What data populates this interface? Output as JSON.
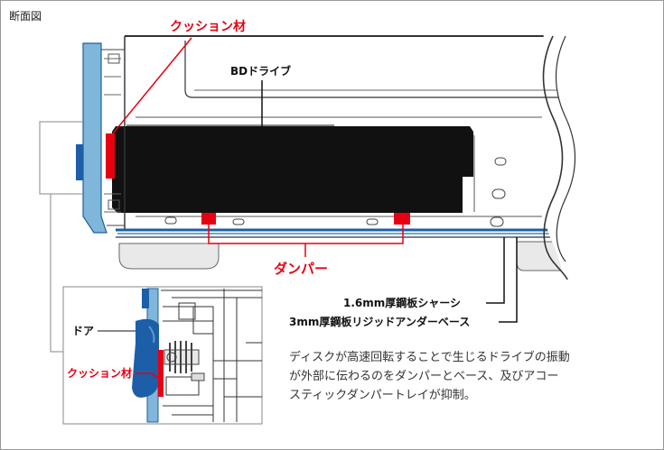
{
  "section_title": "断面図",
  "labels": {
    "cushion_top": "クッション材",
    "bd_drive": "BDドライブ",
    "damper": "ダンパー",
    "chassis": "1.6mm厚鋼板シャーシ",
    "base": "3mm厚鋼板リジッドアンダーベース",
    "door": "ドア",
    "cushion_inset": "クッション材"
  },
  "description": [
    "ディスクが高速回転することで生じるドライブの振動",
    "が外部に伝わるのをダンパーとベース、及びアコー",
    "スティックダンパートレイが抑制。"
  ],
  "colors": {
    "accent_red": "#e60012",
    "panel_blue": "#7fb6da",
    "panel_blue_dark": "#1f5fa0",
    "door_blue": "#1d5ea8",
    "drive_black": "#111111"
  }
}
